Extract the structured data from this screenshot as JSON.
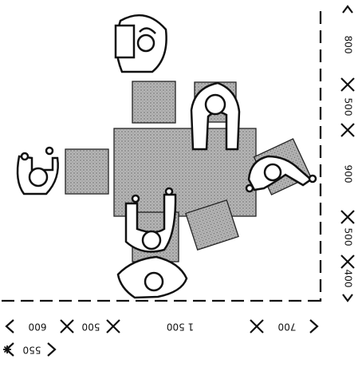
{
  "dimensions": {
    "right_top": "800",
    "right_upper_mid": "500",
    "right_center": "900",
    "right_lower_mid": "500",
    "right_bottom": "400",
    "bottom_left": "600",
    "bottom_left_mid": "500",
    "bottom_center": "1 500",
    "bottom_right": "700",
    "bottom_second_row": "550"
  },
  "colors": {
    "ink": "#111111",
    "table_fill": "#a9a9a9",
    "chair_fill": "#b7b7b7",
    "background": "#ffffff"
  }
}
